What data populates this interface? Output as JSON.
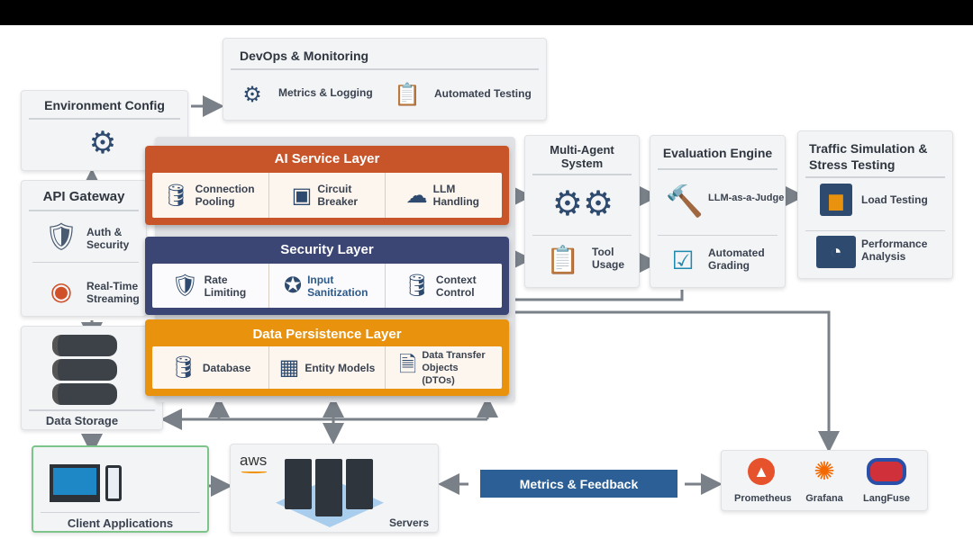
{
  "devops": {
    "title": "DevOps & Monitoring",
    "items": [
      {
        "label": "Metrics & Logging",
        "icon": "gear-wrench-icon"
      },
      {
        "label": "Automated Testing",
        "icon": "clipboard-icon"
      }
    ]
  },
  "env_config": {
    "title": "Environment Config",
    "icon": "gears-icon"
  },
  "api_gateway": {
    "title": "API Gateway",
    "items": [
      {
        "label": "Auth & Security",
        "icon": "shield-check-icon"
      },
      {
        "label": "Real-Time Streaming",
        "icon": "target-shield-icon"
      }
    ]
  },
  "data_storage": {
    "title": "Data Storage",
    "icon": "server-stack-icon"
  },
  "ai_layer": {
    "title": "AI Service Layer",
    "color": "#c8552a",
    "items": [
      {
        "label": "Connection Pooling",
        "icon": "database-icon"
      },
      {
        "label": "Circuit Breaker",
        "icon": "circuit-icon"
      },
      {
        "label": "LLM Handling",
        "icon": "cloud-upload-icon"
      }
    ]
  },
  "security_layer": {
    "title": "Security Layer",
    "color": "#3b4675",
    "items": [
      {
        "label": "Rate Limiting",
        "icon": "shield-icon"
      },
      {
        "label": "Input Sanitization",
        "icon": "filter-icon"
      },
      {
        "label": "Context Control",
        "icon": "database-icon"
      }
    ]
  },
  "persistence_layer": {
    "title": "Data Persistence Layer",
    "color": "#e8920e",
    "items": [
      {
        "label": "Database",
        "icon": "database-icon"
      },
      {
        "label": "Entity Models",
        "icon": "grid-check-icon"
      },
      {
        "label": "Data Transfer Objects (DTOs)",
        "icon": "document-icon"
      }
    ]
  },
  "multi_agent": {
    "title": "Multi-Agent System",
    "items": [
      {
        "label": "",
        "icon": "head-gear-icon"
      },
      {
        "label": "Tool Usage",
        "icon": "checklist-icon"
      }
    ]
  },
  "evaluation": {
    "title": "Evaluation Engine",
    "items": [
      {
        "label": "LLM-as-a-Judge",
        "icon": "gavel-icon"
      },
      {
        "label": "Automated Grading",
        "icon": "clipboard-check-icon"
      }
    ]
  },
  "traffic": {
    "title": "Traffic Simulation & Stress Testing",
    "items": [
      {
        "label": "Load Testing",
        "icon": "bar-chart-icon"
      },
      {
        "label": "Performance Analysis",
        "icon": "gauge-icon"
      }
    ]
  },
  "client_apps": {
    "title": "Client Applications",
    "icon": "laptop-phone-icon"
  },
  "servers": {
    "brand": "aws",
    "title": "Servers",
    "icon": "servers-icon"
  },
  "metrics_feedback": {
    "label": "Metrics & Feedback",
    "color": "#2b5f95"
  },
  "monitoring_tools": [
    {
      "label": "Prometheus",
      "color": "#e6522c"
    },
    {
      "label": "Grafana",
      "color": "#f46800"
    },
    {
      "label": "LangFuse",
      "color": "#d0303a"
    }
  ]
}
